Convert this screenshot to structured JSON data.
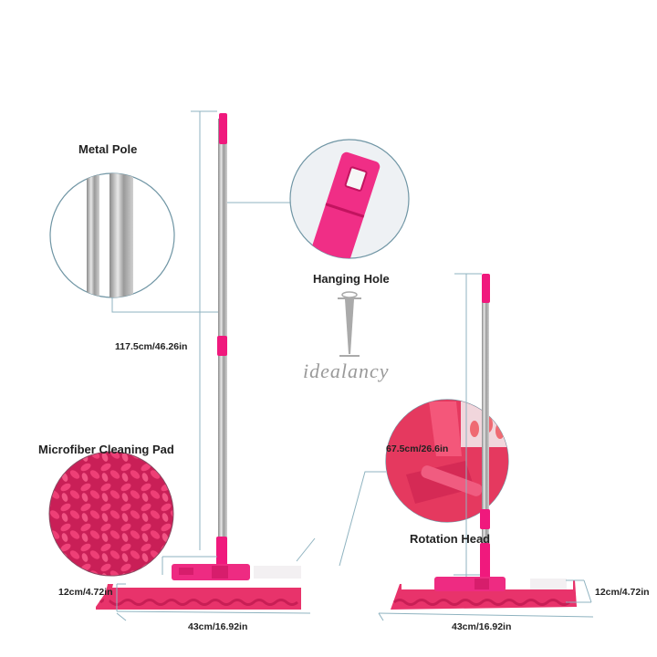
{
  "brand": {
    "watermark": "idealancy"
  },
  "colors": {
    "pink": "#f0197d",
    "pad_pink": "#e8336b",
    "steel": "#b7b7b7",
    "line": "#8fb3c0"
  },
  "callouts": {
    "metal_pole": "Metal Pole",
    "hanging_hole": "Hanging Hole",
    "microfiber_pad": "Microfiber Cleaning Pad",
    "rotation_head": "Rotation Head"
  },
  "dimensions": {
    "long_height": "117.5cm/46.26in",
    "short_height": "67.5cm/26.6in",
    "left_pad_height": "12cm/4.72in",
    "right_pad_height": "12cm/4.72in",
    "left_pad_width": "43cm/16.92in",
    "right_pad_width": "43cm/16.92in"
  }
}
